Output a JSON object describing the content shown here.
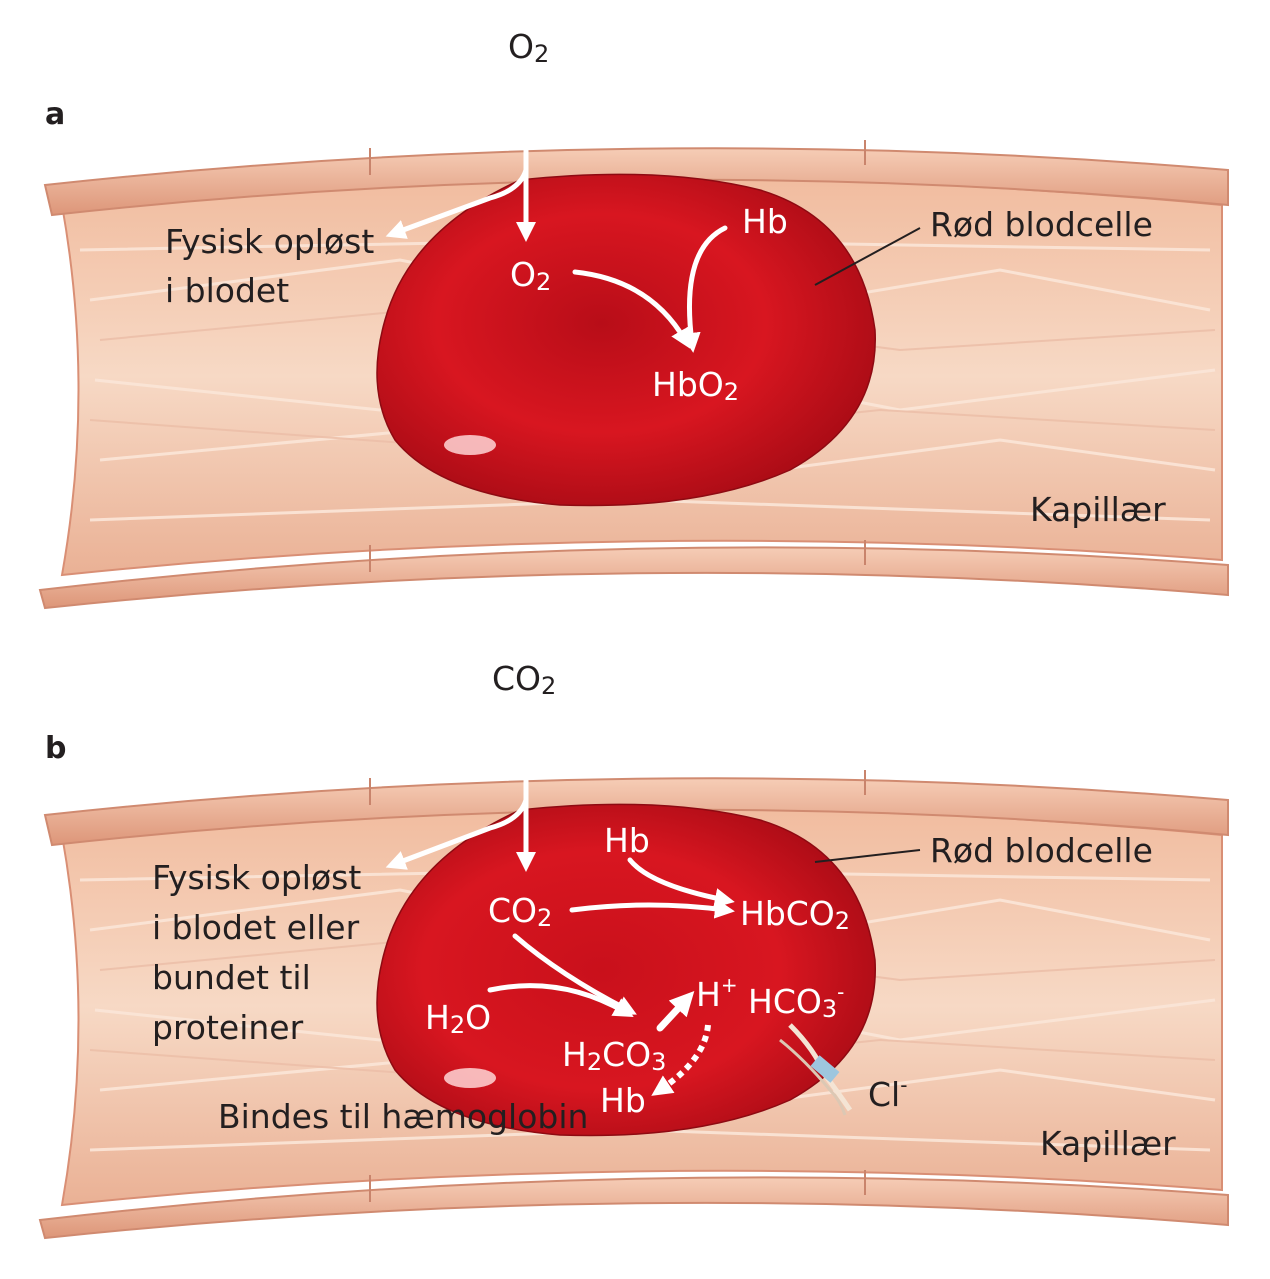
{
  "colors": {
    "vessel_wall": "#f3c6a6",
    "vessel_rim": "#e59f86",
    "vessel_interior": "#f7dcc8",
    "red_cell": "#d4121f",
    "red_cell_dark": "#a50c16",
    "arrow": "#ffffff"
  },
  "panel_a": {
    "letter": "a",
    "gas_in": {
      "main": "O",
      "sub": "2"
    },
    "dissolved": {
      "line1": "Fysisk opløst",
      "line2": "i blodet"
    },
    "cell_gas": {
      "main": "O",
      "sub": "2"
    },
    "hb": "Hb",
    "product": {
      "main": "HbO",
      "sub": "2"
    },
    "red_cell_label": "Rød blodcelle",
    "capillary_label": "Kapillær"
  },
  "panel_b": {
    "letter": "b",
    "gas_in": {
      "main": "CO",
      "sub": "2"
    },
    "dissolved": {
      "line1": "Fysisk opløst",
      "line2": "i blodet eller",
      "line3": "bundet til",
      "line4": "proteiner"
    },
    "hb_top": "Hb",
    "cell_gas": {
      "main": "CO",
      "sub": "2"
    },
    "hbco2": {
      "main": "HbCO",
      "sub": "2"
    },
    "water": {
      "pre": "H",
      "sub": "2",
      "post": "O"
    },
    "carbonic_acid": {
      "pre": "H",
      "sub1": "2",
      "mid": "CO",
      "sub2": "3"
    },
    "proton": {
      "main": "H",
      "sup": "+"
    },
    "bicarbonate": {
      "main": "HCO",
      "sub": "3",
      "sup": "-"
    },
    "chloride": {
      "main": "Cl",
      "sup": "-"
    },
    "hb_bottom": "Hb",
    "binds_hemoglobin": "Bindes til hæmoglobin",
    "red_cell_label": "Rød blodcelle",
    "capillary_label": "Kapillær"
  }
}
